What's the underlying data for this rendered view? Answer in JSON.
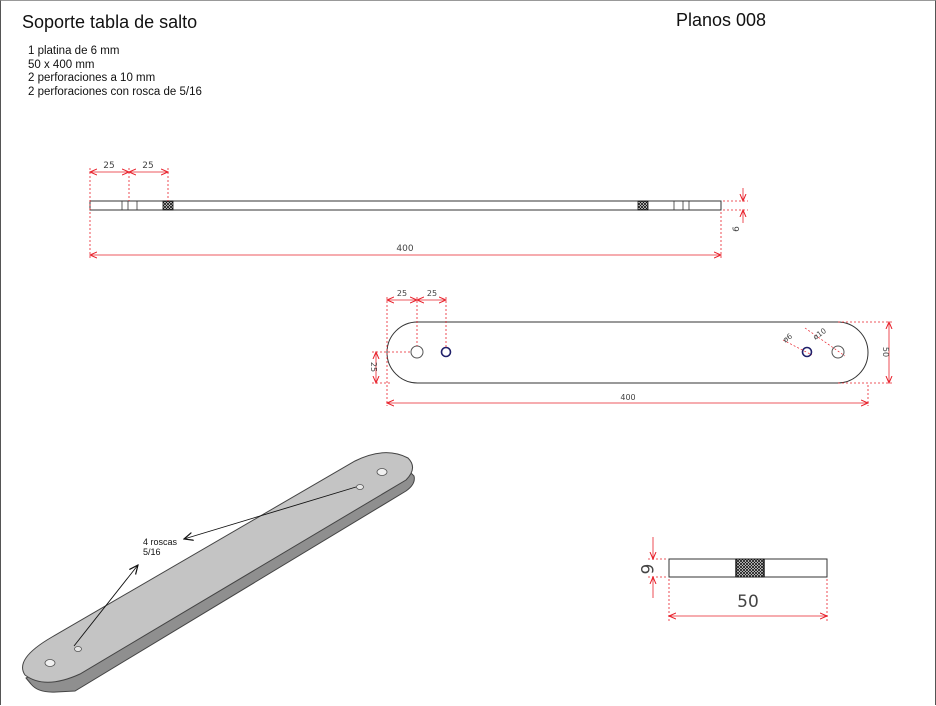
{
  "sheet": {
    "title": "Soporte tabla de salto",
    "plan_number": "Planos 008"
  },
  "specs": [
    "1 platina de 6 mm",
    "50 x 400 mm",
    "2 perforaciones a 10 mm",
    "2 perforaciones con rosca de 5/16"
  ],
  "side_view": {
    "dim_left_1": "25",
    "dim_left_2": "25",
    "dim_length": "400",
    "dim_thickness": "6"
  },
  "top_view": {
    "dim_left_1": "25",
    "dim_left_2": "25",
    "dim_edge": "25",
    "dim_length": "400",
    "dim_width": "50",
    "hole_small": "ø6",
    "hole_large": "ø10"
  },
  "iso_view": {
    "callout_line1": "4 roscas",
    "callout_line2": "5/16"
  },
  "end_view": {
    "dim_thickness": "6",
    "dim_width": "50"
  },
  "colors": {
    "dimension": "#e8202a",
    "outline": "#333333",
    "plate_fill": "#c4c4c4",
    "hole_outline": "#20206a"
  }
}
